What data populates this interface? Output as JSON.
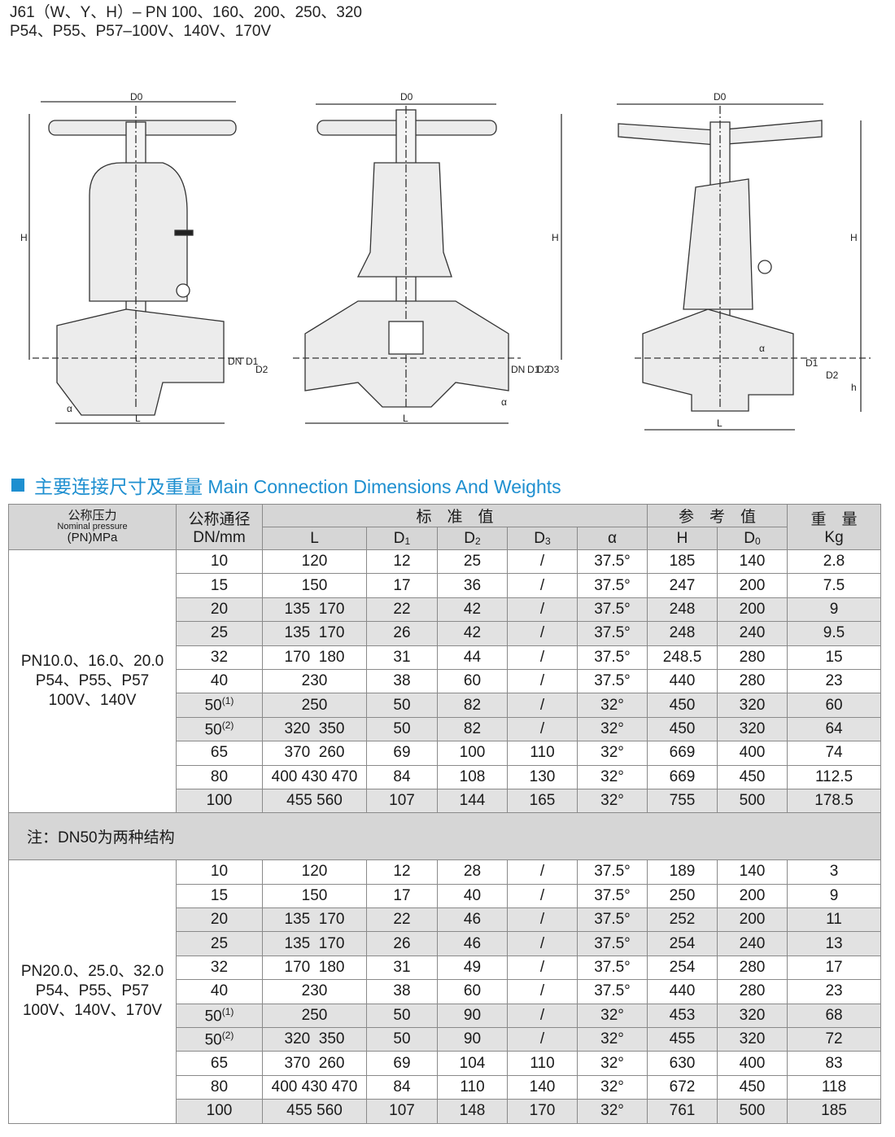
{
  "model": {
    "line1": "J61（W、Y、H）– PN 100、160、200、250、320",
    "line2": "P54、P55、P57–100V、140V、170V"
  },
  "drawing_labels": {
    "D0": "D0",
    "H": "H",
    "L": "L",
    "DN": "DN",
    "D1": "D1",
    "D2": "D2",
    "D3": "D3",
    "alpha": "α",
    "h": "h"
  },
  "section": {
    "title": "主要连接尺寸及重量 Main Connection Dimensions And Weights",
    "accent": "#1e8fd0"
  },
  "table": {
    "header": {
      "pn_cn": "公称压力",
      "pn_en": "Nominal pressure",
      "pn_unit": "(PN)MPa",
      "dn_cn": "公称通径",
      "dn_unit": "DN/mm",
      "standard": "标　准　值",
      "reference": "参　考　值",
      "weight_cn": "重　量",
      "weight_unit": "Kg",
      "cols": {
        "L": "L",
        "D1": "D",
        "D1s": "1",
        "D2": "D",
        "D2s": "2",
        "D3": "D",
        "D3s": "3",
        "alpha": "α",
        "H": "H",
        "D0": "D",
        "D0s": "0"
      }
    },
    "groups": [
      {
        "pn": [
          "PN10.0、16.0、20.0",
          "P54、P55、P57",
          "100V、140V"
        ],
        "rows": [
          {
            "dn": "10",
            "sup": "",
            "L": "120",
            "D1": "12",
            "D2": "25",
            "D3": "/",
            "a": "37.5°",
            "H": "185",
            "D0": "140",
            "kg": "2.8"
          },
          {
            "dn": "15",
            "sup": "",
            "L": "150",
            "D1": "17",
            "D2": "36",
            "D3": "/",
            "a": "37.5°",
            "H": "247",
            "D0": "200",
            "kg": "7.5"
          },
          {
            "dn": "20",
            "sup": "",
            "L": "135  170",
            "D1": "22",
            "D2": "42",
            "D3": "/",
            "a": "37.5°",
            "H": "248",
            "D0": "200",
            "kg": "9"
          },
          {
            "dn": "25",
            "sup": "",
            "L": "135  170",
            "D1": "26",
            "D2": "42",
            "D3": "/",
            "a": "37.5°",
            "H": "248",
            "D0": "240",
            "kg": "9.5"
          },
          {
            "dn": "32",
            "sup": "",
            "L": "170  180",
            "D1": "31",
            "D2": "44",
            "D3": "/",
            "a": "37.5°",
            "H": "248.5",
            "D0": "280",
            "kg": "15"
          },
          {
            "dn": "40",
            "sup": "",
            "L": "230",
            "D1": "38",
            "D2": "60",
            "D3": "/",
            "a": "37.5°",
            "H": "440",
            "D0": "280",
            "kg": "23"
          },
          {
            "dn": "50",
            "sup": "(1)",
            "L": "250",
            "D1": "50",
            "D2": "82",
            "D3": "/",
            "a": "32°",
            "H": "450",
            "D0": "320",
            "kg": "60"
          },
          {
            "dn": "50",
            "sup": "(2)",
            "L": "320  350",
            "D1": "50",
            "D2": "82",
            "D3": "/",
            "a": "32°",
            "H": "450",
            "D0": "320",
            "kg": "64"
          },
          {
            "dn": "65",
            "sup": "",
            "L": "370  260",
            "D1": "69",
            "D2": "100",
            "D3": "110",
            "a": "32°",
            "H": "669",
            "D0": "400",
            "kg": "74"
          },
          {
            "dn": "80",
            "sup": "",
            "L": "400 430 470",
            "D1": "84",
            "D2": "108",
            "D3": "130",
            "a": "32°",
            "H": "669",
            "D0": "450",
            "kg": "112.5"
          },
          {
            "dn": "100",
            "sup": "",
            "L": "455 560",
            "D1": "107",
            "D2": "144",
            "D3": "165",
            "a": "32°",
            "H": "755",
            "D0": "500",
            "kg": "178.5"
          }
        ]
      },
      {
        "pn": [
          "PN20.0、25.0、32.0",
          "P54、P55、P57",
          "100V、140V、170V"
        ],
        "rows": [
          {
            "dn": "10",
            "sup": "",
            "L": "120",
            "D1": "12",
            "D2": "28",
            "D3": "/",
            "a": "37.5°",
            "H": "189",
            "D0": "140",
            "kg": "3"
          },
          {
            "dn": "15",
            "sup": "",
            "L": "150",
            "D1": "17",
            "D2": "40",
            "D3": "/",
            "a": "37.5°",
            "H": "250",
            "D0": "200",
            "kg": "9"
          },
          {
            "dn": "20",
            "sup": "",
            "L": "135  170",
            "D1": "22",
            "D2": "46",
            "D3": "/",
            "a": "37.5°",
            "H": "252",
            "D0": "200",
            "kg": "11"
          },
          {
            "dn": "25",
            "sup": "",
            "L": "135  170",
            "D1": "26",
            "D2": "46",
            "D3": "/",
            "a": "37.5°",
            "H": "254",
            "D0": "240",
            "kg": "13"
          },
          {
            "dn": "32",
            "sup": "",
            "L": "170  180",
            "D1": "31",
            "D2": "49",
            "D3": "/",
            "a": "37.5°",
            "H": "254",
            "D0": "280",
            "kg": "17"
          },
          {
            "dn": "40",
            "sup": "",
            "L": "230",
            "D1": "38",
            "D2": "60",
            "D3": "/",
            "a": "37.5°",
            "H": "440",
            "D0": "280",
            "kg": "23"
          },
          {
            "dn": "50",
            "sup": "(1)",
            "L": "250",
            "D1": "50",
            "D2": "90",
            "D3": "/",
            "a": "32°",
            "H": "453",
            "D0": "320",
            "kg": "68"
          },
          {
            "dn": "50",
            "sup": "(2)",
            "L": "320  350",
            "D1": "50",
            "D2": "90",
            "D3": "/",
            "a": "32°",
            "H": "455",
            "D0": "320",
            "kg": "72"
          },
          {
            "dn": "65",
            "sup": "",
            "L": "370  260",
            "D1": "69",
            "D2": "104",
            "D3": "110",
            "a": "32°",
            "H": "630",
            "D0": "400",
            "kg": "83"
          },
          {
            "dn": "80",
            "sup": "",
            "L": "400 430 470",
            "D1": "84",
            "D2": "110",
            "D3": "140",
            "a": "32°",
            "H": "672",
            "D0": "450",
            "kg": "118"
          },
          {
            "dn": "100",
            "sup": "",
            "L": "455 560",
            "D1": "107",
            "D2": "148",
            "D3": "170",
            "a": "32°",
            "H": "761",
            "D0": "500",
            "kg": "185"
          }
        ]
      }
    ],
    "note": "注：DN50为两种结构"
  }
}
